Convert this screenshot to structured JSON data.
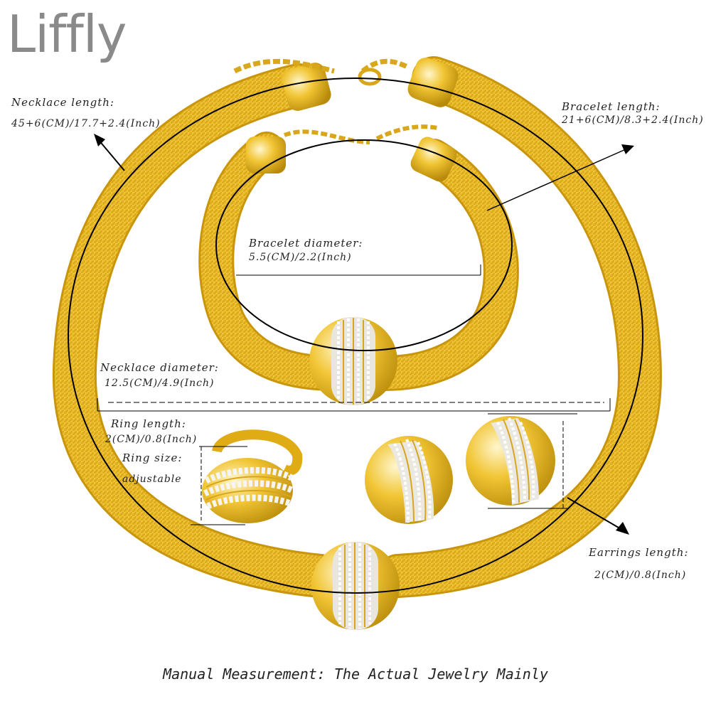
{
  "brand": {
    "name": "Liffly"
  },
  "labels": {
    "necklace_length_title": "Necklace length:",
    "necklace_length_value": "45+6(CM)/17.7+2.4(Inch)",
    "bracelet_length_title": "Bracelet length:",
    "bracelet_length_value": "21+6(CM)/8.3+2.4(Inch)",
    "bracelet_diameter_title": "Bracelet diameter:",
    "bracelet_diameter_value": "5.5(CM)/2.2(Inch)",
    "necklace_diameter_title": "Necklace diameter:",
    "necklace_diameter_value": "12.5(CM)/4.9(Inch)",
    "ring_length_title": "Ring length:",
    "ring_length_value": "2(CM)/0.8(Inch)",
    "ring_size_title": "Ring size:",
    "ring_size_value": "adjustable",
    "earrings_length_title": "Earrings length:",
    "earrings_length_value": "2(CM)/0.8(Inch)"
  },
  "footer": {
    "note": "Manual Measurement:  The Actual Jewelry Mainly"
  },
  "colors": {
    "gold": "#e8b820",
    "gold_dark": "#b8860b",
    "gold_light": "#fbe38a",
    "crystal": "#f2f2f2",
    "line": "#000000",
    "brand_gray": "#8a8a8a"
  }
}
